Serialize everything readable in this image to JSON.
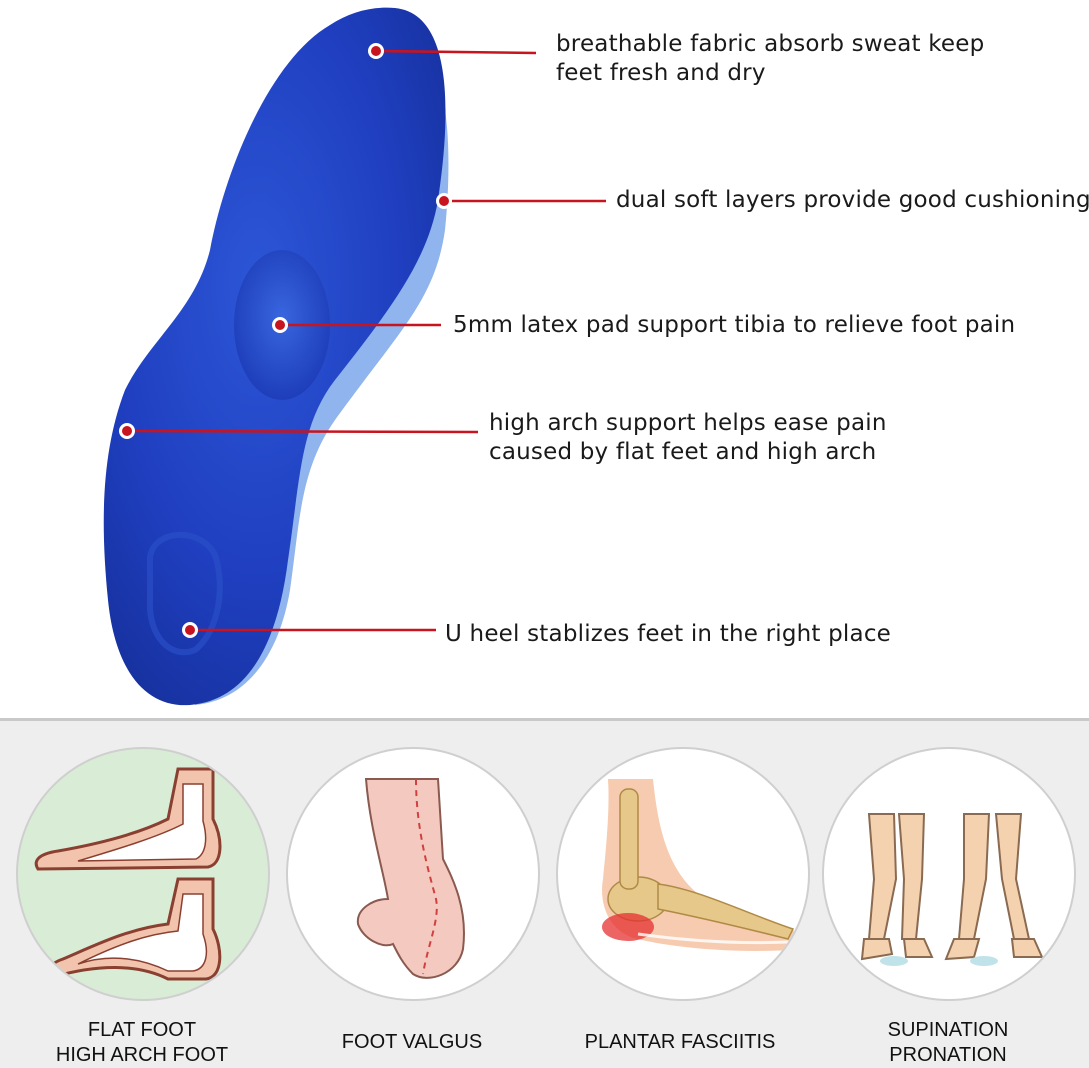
{
  "callouts": [
    {
      "line1": "breathable fabric absorb sweat keep",
      "line2": "feet fresh and dry"
    },
    {
      "line1": "dual soft layers provide good cushioning",
      "line2": ""
    },
    {
      "line1": "5mm latex pad support tibia to relieve foot pain",
      "line2": ""
    },
    {
      "line1": "high arch support helps ease pain",
      "line2": "caused by flat feet and high arch"
    },
    {
      "line1": "U heel stablizes feet in the right place",
      "line2": ""
    }
  ],
  "conditions": [
    {
      "line1": "FLAT FOOT",
      "line2": "HIGH ARCH FOOT",
      "icon": "flat-foot-illustration"
    },
    {
      "line1": "FOOT VALGUS",
      "line2": "",
      "icon": "foot-valgus-illustration"
    },
    {
      "line1": "PLANTAR FASCIITIS",
      "line2": "",
      "icon": "plantar-fasciitis-illustration"
    },
    {
      "line1": "SUPINATION",
      "line2": "PRONATION",
      "icon": "supination-pronation-illustration"
    }
  ],
  "colors": {
    "insole_blue": "#1f3fc0",
    "insole_edge": "#7fa6e8",
    "callout_red": "#c8141e",
    "panel_bg": "#eeeeee"
  }
}
